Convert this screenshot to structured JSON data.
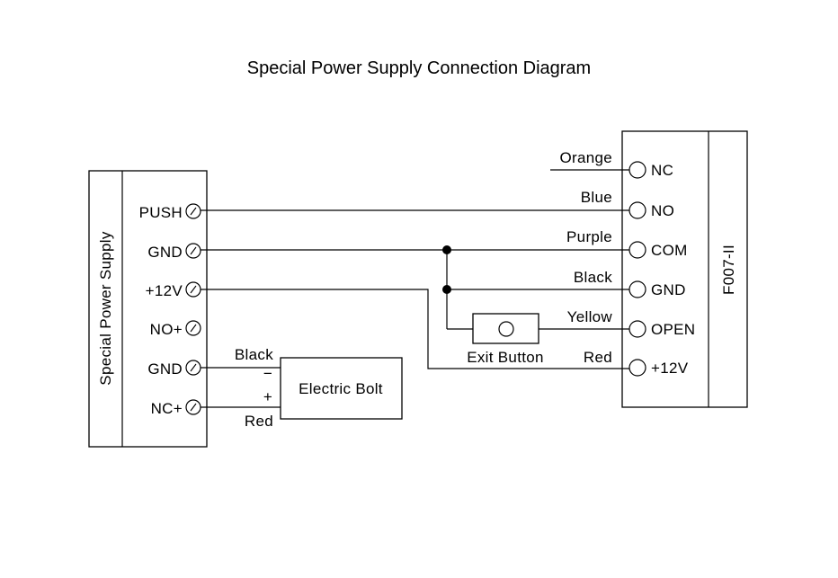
{
  "title": "Special Power Supply Connection Diagram",
  "power_supply": {
    "label": "Special Power Supply",
    "terminals": [
      "PUSH",
      "GND",
      "+12V",
      "NO+",
      "GND",
      "NC+"
    ]
  },
  "controller": {
    "label": "F007-II",
    "terminals": [
      "NC",
      "NO",
      "COM",
      "GND",
      "OPEN",
      "+12V"
    ]
  },
  "wire_colors": [
    "Orange",
    "Blue",
    "Purple",
    "Black",
    "Yellow",
    "Red"
  ],
  "exit_button": {
    "label": "Exit Button"
  },
  "electric_bolt": {
    "label": "Electric Bolt",
    "minus": "−",
    "plus": "+",
    "wire_top": "Black",
    "wire_bottom": "Red"
  }
}
